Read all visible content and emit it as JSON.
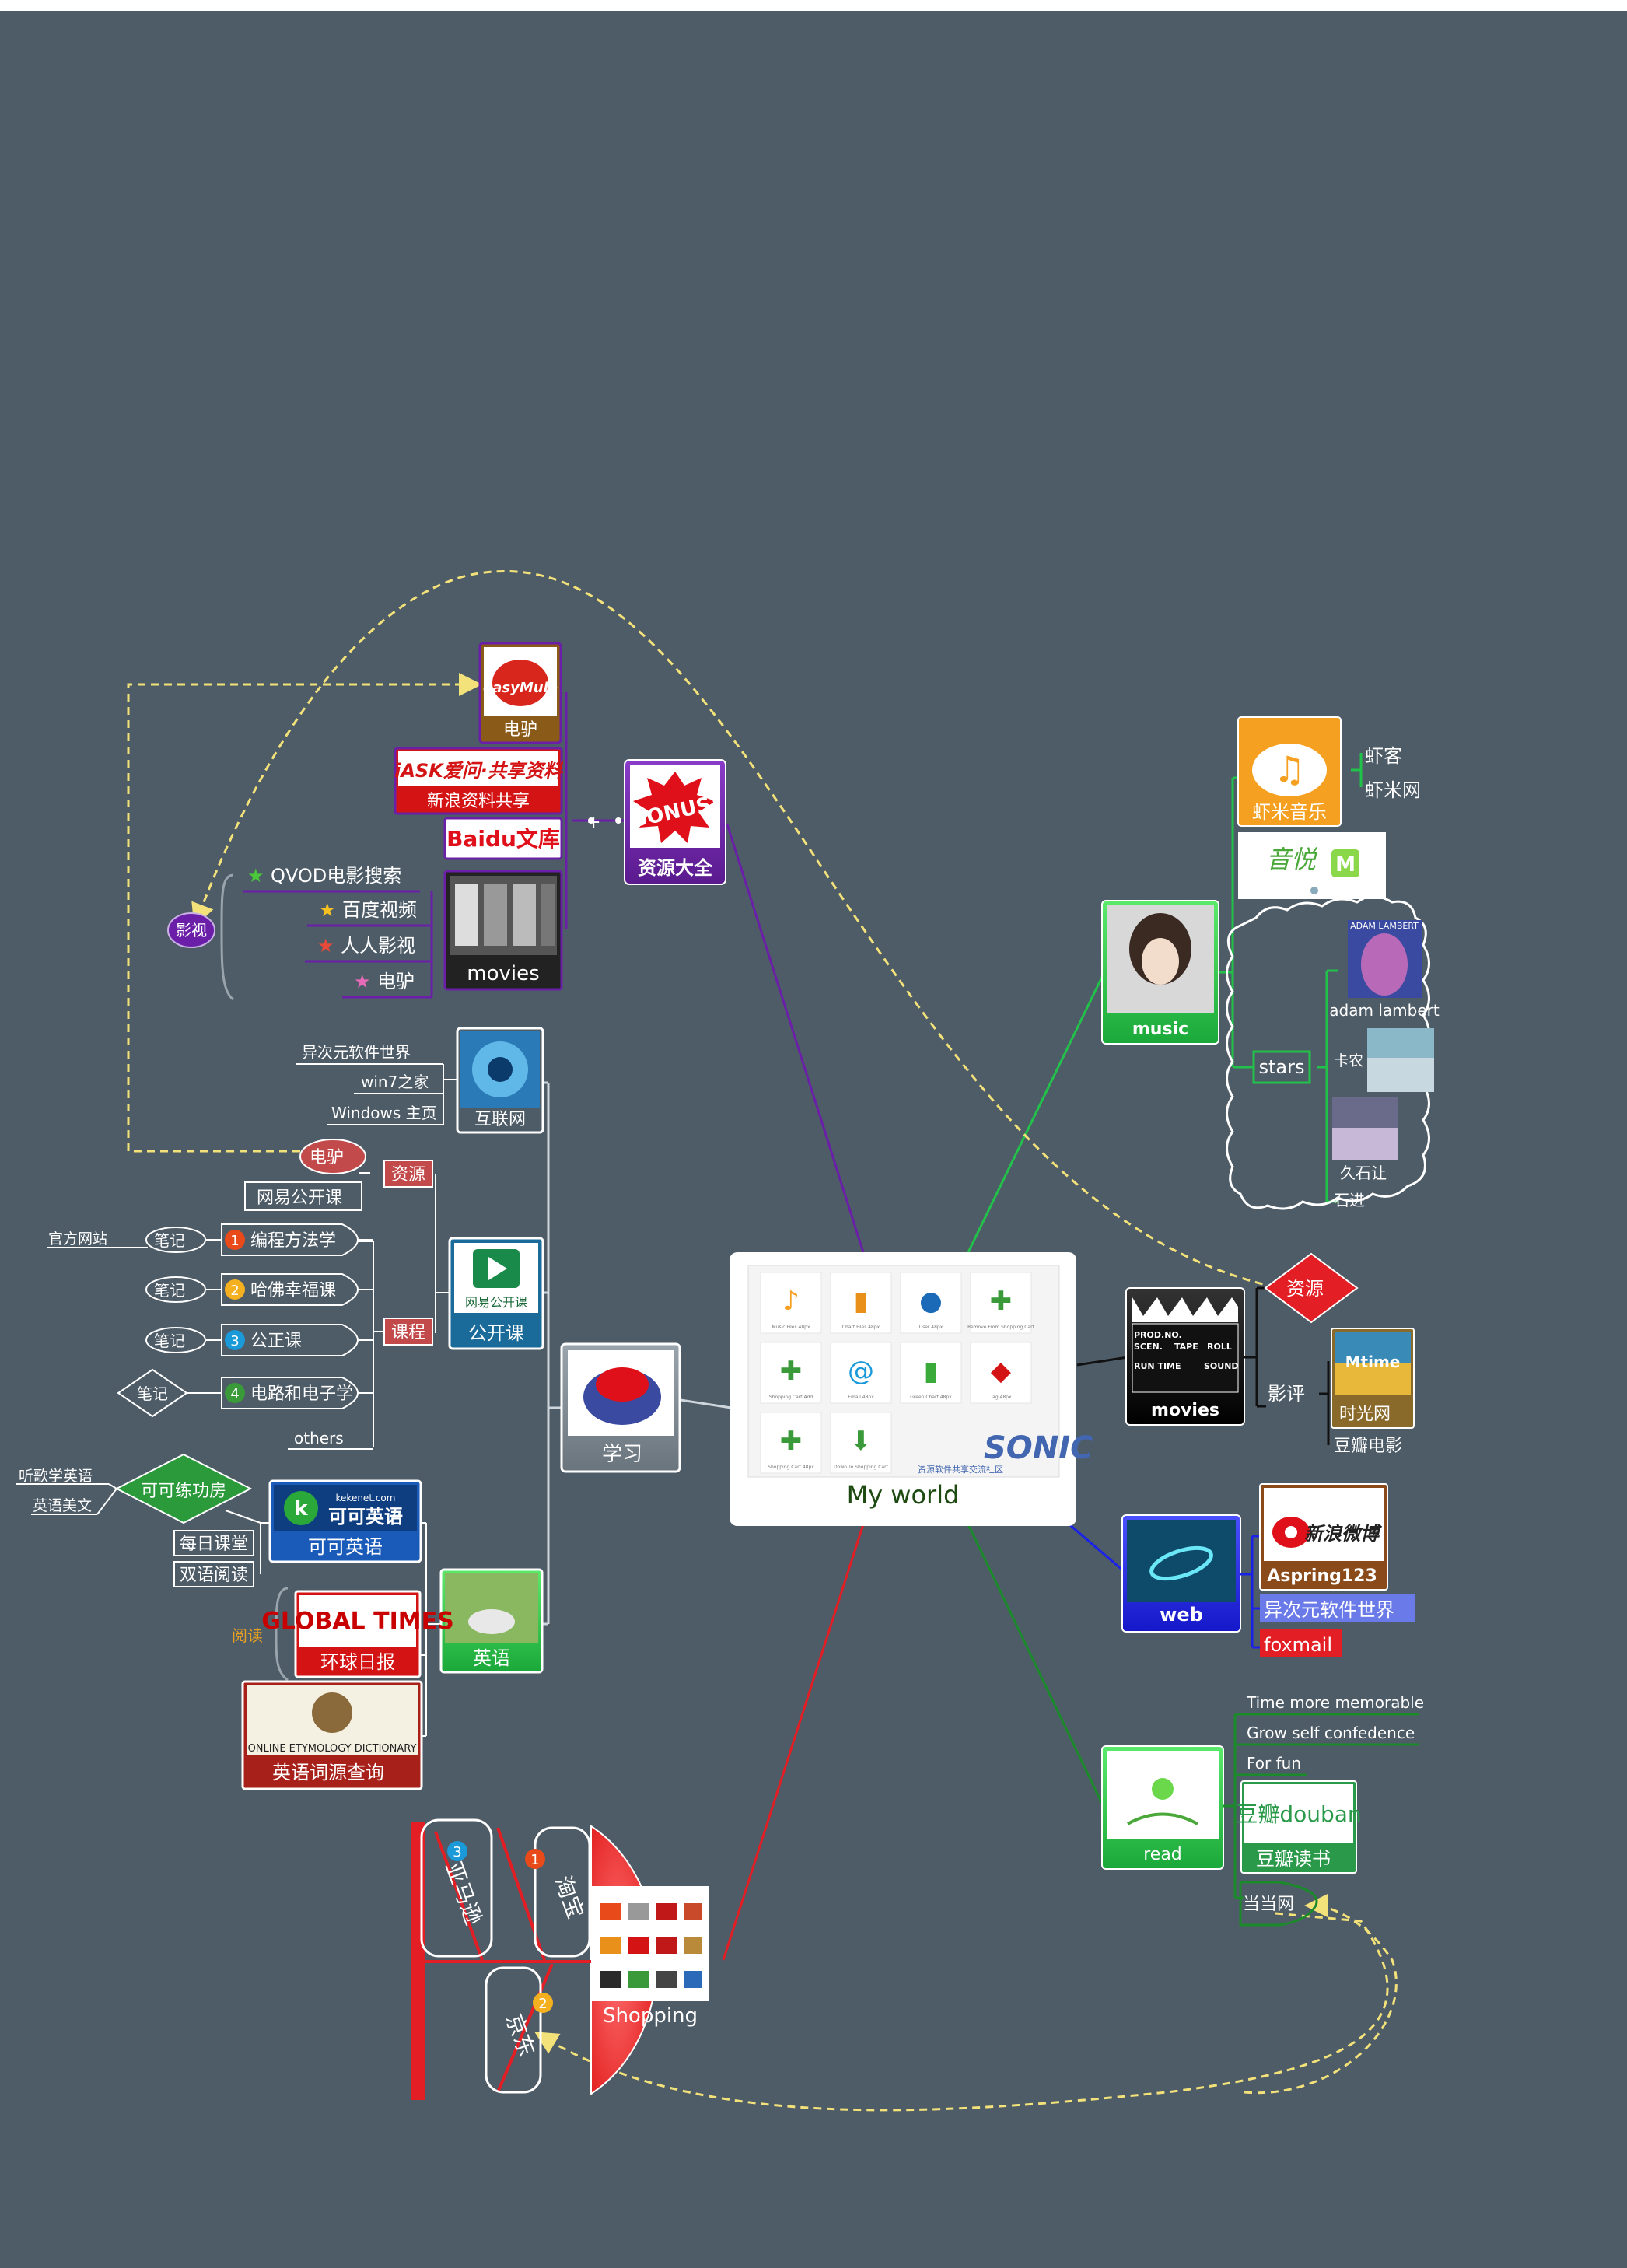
{
  "central": {
    "title": "My world",
    "tiles": [
      {
        "icon": "music-note-icon",
        "caption": "Music Files 48px"
      },
      {
        "icon": "bar-chart-icon",
        "caption": "Chart Files 48px"
      },
      {
        "icon": "user-icon",
        "caption": "User 48px"
      },
      {
        "icon": "cart-remove-icon",
        "caption": "Remove From Shopping Cart"
      },
      {
        "icon": "cart-add-icon",
        "caption": "Shopping Cart Add"
      },
      {
        "icon": "email-icon",
        "caption": "Email 48px"
      },
      {
        "icon": "green-chart-icon",
        "caption": "Green Chart 48px"
      },
      {
        "icon": "tag-icon",
        "caption": "Tag 48px"
      },
      {
        "icon": "cart-icon",
        "caption": "Shopping Cart 48px"
      },
      {
        "icon": "cart-down-icon",
        "caption": "Down To Shopping Cart"
      }
    ],
    "logo_text": "SONIC",
    "logo_sub": "资源软件共享交流社区"
  },
  "bonus": {
    "title": "资源大全",
    "logo": "BONUS!",
    "items": [
      {
        "label": "电驴",
        "logo": "easyMule"
      },
      {
        "label": "新浪资料共享",
        "logo": "iASK爱问·共享资料"
      },
      {
        "label": "",
        "logo": "Baidu文库"
      },
      {
        "label": "movies",
        "logo": ""
      }
    ],
    "plus": "+"
  },
  "yingshi": {
    "label": "影视",
    "items": [
      "QVOD电影搜索",
      "百度视频",
      "人人影视",
      "电驴"
    ]
  },
  "study": {
    "title": "学习",
    "internet": {
      "title": "互联网",
      "items": [
        "异次元软件世界",
        "win7之家",
        "Windows 主页"
      ]
    },
    "open_course": {
      "title": "公开课",
      "logo_text": "网易公开课",
      "resource_label": "资源",
      "resource_items": [
        "电驴",
        "网易公开课"
      ],
      "course_label": "课程",
      "courses": [
        {
          "num": "1",
          "name": "编程方法学",
          "note": "笔记",
          "extra": "官方网站"
        },
        {
          "num": "2",
          "name": "哈佛幸福课",
          "note": "笔记",
          "extra": ""
        },
        {
          "num": "3",
          "name": "公正课",
          "note": "笔记",
          "extra": ""
        },
        {
          "num": "4",
          "name": "电路和电子学",
          "note": "笔记",
          "extra": ""
        }
      ],
      "others": "others"
    },
    "english": {
      "title": "英语",
      "keke": {
        "title": "可可英语",
        "logo": "可可英语",
        "site": "kekenet.com"
      },
      "keke_items": [
        "每日课堂",
        "双语阅读"
      ],
      "practice": "可可练功房",
      "practice_items": [
        "听歌学英语",
        "英语美文"
      ],
      "reading_label": "阅读",
      "global_times": {
        "title": "环球日报",
        "logo": "GLOBAL TIMES"
      },
      "etymology": {
        "title": "英语词源查询",
        "logo": "ONLINE ETYMOLOGY DICTIONARY"
      }
    }
  },
  "shopping": {
    "title": "Shopping",
    "items": [
      {
        "num": "1",
        "label": "淘宝"
      },
      {
        "num": "2",
        "label": "京东"
      },
      {
        "num": "3",
        "label": "亚马逊"
      }
    ]
  },
  "music": {
    "title": "music",
    "xiami": {
      "title": "虾米音乐",
      "items": [
        "虾客",
        "虾米网"
      ]
    },
    "yinyue_logo": "音悦",
    "stars": {
      "label": "stars",
      "items": [
        "adam lambert",
        "卡农",
        "久石让",
        "石进"
      ],
      "album": "ADAM LAMBERT"
    }
  },
  "movies": {
    "title": "movies",
    "clapper": [
      "PROD.NO.",
      "SCEN.",
      "TAPE",
      "ROLL",
      "RUN TIME",
      "SOUND"
    ],
    "resource": "资源",
    "review": "影评",
    "review_items": [
      "时光网",
      "豆瓣电影"
    ],
    "mtime_logo": "Mtime"
  },
  "web": {
    "title": "web",
    "items": [
      {
        "label": "Aspring123",
        "logo": "新浪微博"
      },
      {
        "label": "异次元软件世界"
      },
      {
        "label": "foxmail"
      }
    ]
  },
  "read": {
    "title": "read",
    "reasons": [
      "Time more memorable",
      "Grow self confedence",
      "For fun"
    ],
    "douban": {
      "title": "豆瓣读书",
      "logo": "豆瓣douban"
    },
    "dangdang": "当当网"
  },
  "colors": {
    "background": "#4e5c67",
    "purple": "#6b1fa8",
    "green": "#22c24a",
    "red": "#e31e24",
    "blue": "#1a22e8",
    "darkgreen": "#1a8a2a",
    "dashed": "#f3e27a"
  }
}
